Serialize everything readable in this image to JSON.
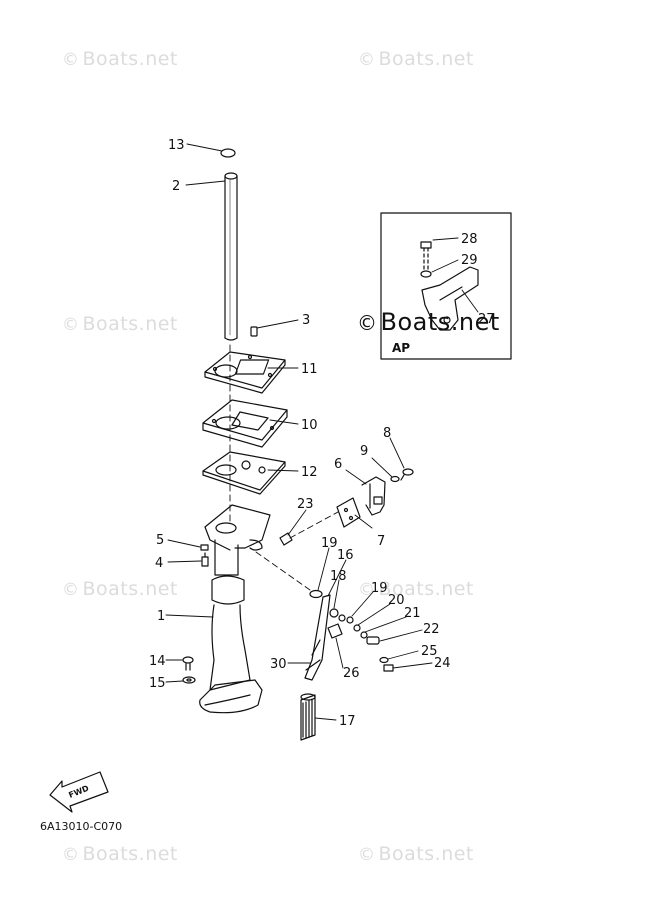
{
  "watermark": "Boats.net",
  "copyright_symbol": "©",
  "drawing_code": "6A13010-C070",
  "inset_label": "AP",
  "fwd_label": "FWD",
  "callouts": {
    "p1": "1",
    "p2": "2",
    "p3": "3",
    "p4": "4",
    "p5": "5",
    "p6": "6",
    "p7": "7",
    "p8": "8",
    "p9": "9",
    "p10": "10",
    "p11": "11",
    "p12": "12",
    "p13": "13",
    "p14": "14",
    "p15": "15",
    "p16": "16",
    "p17": "17",
    "p18": "18",
    "p19a": "19",
    "p19b": "19",
    "p20": "20",
    "p21": "21",
    "p22": "22",
    "p23": "23",
    "p24": "24",
    "p25": "25",
    "p26": "26",
    "p27": "27",
    "p28": "28",
    "p29": "29",
    "p30": "30"
  }
}
